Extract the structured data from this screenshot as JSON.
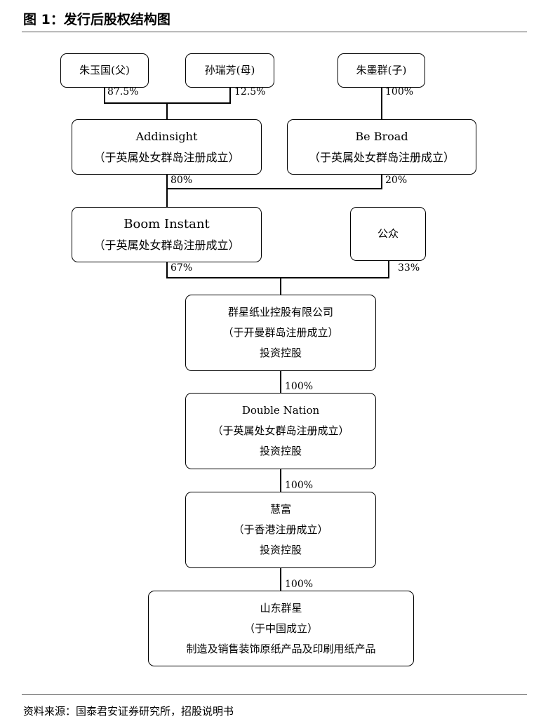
{
  "figure_title": "图 1：发行后股权结构图",
  "nodes": {
    "father": {
      "name": "朱玉国(父)"
    },
    "mother": {
      "name": "孙瑞芳(母)"
    },
    "son": {
      "name": "朱墨群(子)"
    },
    "addinsight": {
      "name": "Addinsight",
      "note": "（于英属处女群岛注册成立）"
    },
    "bebroad": {
      "name": "Be Broad",
      "note": "（于英属处女群岛注册成立）"
    },
    "boom": {
      "name": "Boom Instant",
      "note": "（于英属处女群岛注册成立）"
    },
    "public": {
      "name": "公众"
    },
    "nine_dragons": {
      "name": "群星纸业控股有限公司",
      "note": "（于开曼群岛注册成立）",
      "role": "投资控股"
    },
    "double_nation": {
      "name": "Double Nation",
      "note": "（于英属处女群岛注册成立）",
      "role": "投资控股"
    },
    "huifu": {
      "name": "慧富",
      "note": "（于香港注册成立）",
      "role": "投资控股"
    },
    "shandong": {
      "name": "山东群星",
      "note": "（于中国成立）",
      "role": "制造及销售装饰原纸产品及印刷用纸产品"
    }
  },
  "edges": {
    "father_addinsight": "87.5%",
    "mother_addinsight": "12.5%",
    "son_bebroad": "100%",
    "addinsight_boom": "80%",
    "bebroad_boom": "20%",
    "boom_nine": "67%",
    "public_nine": "33%",
    "nine_double": "100%",
    "double_huifu": "100%",
    "huifu_shandong": "100%"
  },
  "source": "资料来源：国泰君安证券研究所，招股说明书"
}
